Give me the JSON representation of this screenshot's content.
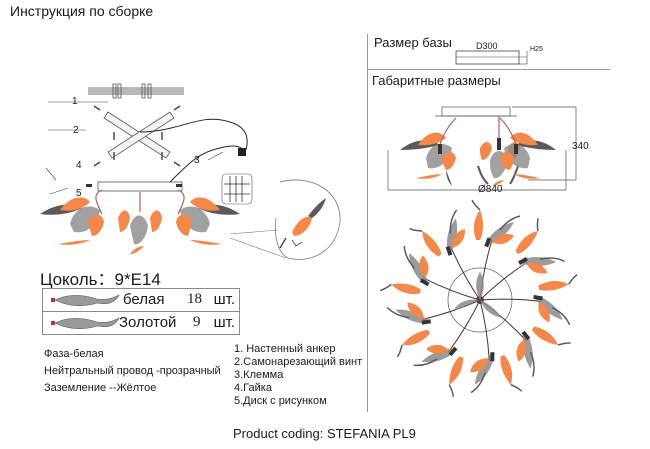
{
  "header": {
    "title": "Инструкция по сборке"
  },
  "base_size": {
    "label": "Размер базы",
    "diameter": "D300",
    "height": "H25"
  },
  "overall_dimensions": {
    "label": "Габаритные размеры",
    "diameter": "Ø840",
    "height": "340"
  },
  "assembly_callouts": [
    "1",
    "2",
    "3",
    "4",
    "5"
  ],
  "socket": {
    "label": "Цоколь：9*E14",
    "bulbs": [
      {
        "color_name": "белая",
        "count": "18",
        "unit": "шт."
      },
      {
        "color_name": "Золотой",
        "count": "9",
        "unit": "шт."
      }
    ]
  },
  "wiring": [
    "Фаза-белая",
    "Нейтральный провод -прозрачный",
    "Заземление --Жёлтое"
  ],
  "parts": [
    "1. Настенный анкер",
    "2.Самонарезающий винт",
    "3.Клемма",
    "4.Гайка",
    "5.Диск с рисунком"
  ],
  "footer": {
    "product_coding": "Product coding: STEFANIA PL9"
  },
  "colors": {
    "leaf_orange": "#f4874a",
    "leaf_gray": "#6a6a6a",
    "line_gray": "#9a9a9a",
    "text": "#1a1a1a"
  }
}
